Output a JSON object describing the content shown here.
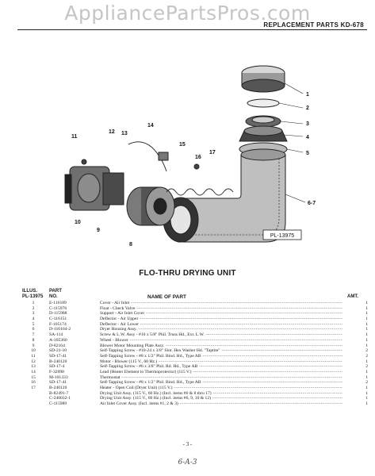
{
  "watermark": "AppliancePartsPros.com",
  "header": {
    "title": "REPLACEMENT PARTS KD-678"
  },
  "diagram": {
    "plate_label": "PL-13975",
    "callouts": [
      "1",
      "2",
      "3",
      "4",
      "5",
      "6-7",
      "8",
      "9",
      "10",
      "11",
      "12",
      "13",
      "14",
      "15",
      "16",
      "17"
    ]
  },
  "caption": "FLO-THRU DRYING UNIT",
  "columns": {
    "illus_line1": "ILLUS.",
    "illus_line2": "PL-13975",
    "part_line1": "PART",
    "part_line2": "NO.",
    "name": "NAME OF PART",
    "amt": "AMT."
  },
  "parts": [
    {
      "illus": "1",
      "part_no": "E-116189",
      "name": "Cover - Air Inlet",
      "amt": "1"
    },
    {
      "illus": "2",
      "part_no": "C-115976",
      "name": "Float - Check Valve",
      "amt": "1"
    },
    {
      "illus": "3",
      "part_no": "D-115988",
      "name": "Support - Air Inlet Cover",
      "amt": "1"
    },
    {
      "illus": "4",
      "part_no": "C-116151",
      "name": "Deflector - Air Upper",
      "amt": "1"
    },
    {
      "illus": "5",
      "part_no": "F-105174",
      "name": "Deflector - Air Lower",
      "amt": "1"
    },
    {
      "illus": "6",
      "part_no": "D-116164-2",
      "name": "Dryer Housing Assy.",
      "amt": "1"
    },
    {
      "illus": "7",
      "part_no": "SA-114",
      "name": "Screw & L.W. Assy - #10 x 5/8\" Phil. Truss Hd., Ext. L.W.",
      "amt": "1"
    },
    {
      "illus": "8",
      "part_no": "A-105360",
      "name": "Wheel - Blower",
      "amt": "1"
    },
    {
      "illus": "9",
      "part_no": "D-82164",
      "name": "Blower Motor Mounting Plate Assy.",
      "amt": "1"
    },
    {
      "illus": "10",
      "part_no": "SD-21-10",
      "name": "Self-Tapping Screw - #10-24 x 3/8\" Slot. Hex Washer Hd. \"Taptite\"",
      "amt": "2"
    },
    {
      "illus": "11",
      "part_no": "SD-17-41",
      "name": "Self-Tapping Screw - #8 x 1/2\" Phil. Bind. Hd., Type AB",
      "amt": "2"
    },
    {
      "illus": "12",
      "part_no": "B-240120",
      "name": "Motor - Blower (115 V., 60 Hz.)",
      "amt": "1"
    },
    {
      "illus": "13",
      "part_no": "SD-17-4",
      "name": "Self-Tapping Screw - #6 x 3/8\" Phil. Rd. Hd., Type AB",
      "amt": "2"
    },
    {
      "illus": "14",
      "part_no": "F-32098",
      "name": "Lead (Heater Element to Thermoprotector) (115 V.)",
      "amt": "1"
    },
    {
      "illus": "15",
      "part_no": "M-101333",
      "name": "Thermostat",
      "amt": "1"
    },
    {
      "illus": "16",
      "part_no": "SD-17-41",
      "name": "Self-Tapping Screw - #8 x 1/2\" Phil. Bind. Hd., Type AB",
      "amt": "2"
    },
    {
      "illus": "17",
      "part_no": "B-240120",
      "name": "Heater - Open Coil (Dryer Unit) (115 V.)",
      "amt": "1"
    },
    {
      "illus": "",
      "part_no": "B-82491-7",
      "name": "Drying Unit Assy. (115 V., 60 Hz.) (Incl. items #6 & 8 thru 17)",
      "amt": "1"
    },
    {
      "illus": "",
      "part_no": "C-240032-1",
      "name": "Drying Unit Assy. (115 V., 60 Hz.) (Incl. items #6, 9, 10 & 12)",
      "amt": "1"
    },
    {
      "illus": "",
      "part_no": "C-115989",
      "name": "Air Inlet Cover Assy. (Incl. items #1, 2 & 3)",
      "amt": "1"
    }
  ],
  "footer": {
    "page": "- 3 -",
    "handwritten": "6-A-3"
  }
}
